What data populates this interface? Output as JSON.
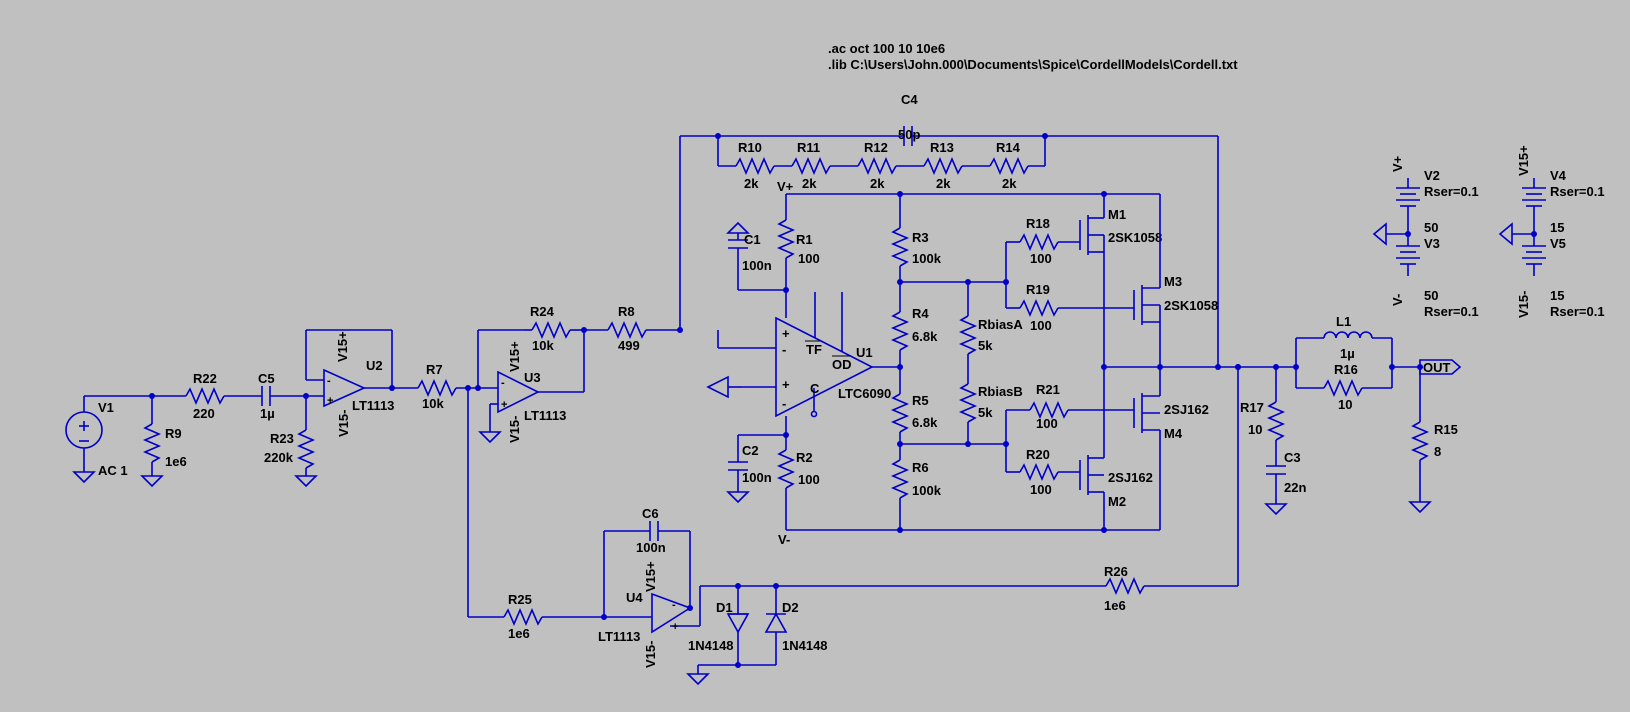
{
  "directives": [
    ".ac oct 100 10 10e6",
    ".lib C:\\Users\\John.000\\Documents\\Spice\\CordellModels\\Cordell.txt"
  ],
  "parts": {
    "V1": {
      "name": "V1",
      "value": "AC 1"
    },
    "R9": {
      "name": "R9",
      "value": "1e6"
    },
    "R22": {
      "name": "R22",
      "value": "220"
    },
    "C5": {
      "name": "C5",
      "value": "1µ"
    },
    "R23": {
      "name": "R23",
      "value": "220k"
    },
    "U2": {
      "name": "U2",
      "model": "LT1113"
    },
    "R7": {
      "name": "R7",
      "value": "10k"
    },
    "U3": {
      "name": "U3",
      "model": "LT1113"
    },
    "R24": {
      "name": "R24",
      "value": "10k"
    },
    "R8": {
      "name": "R8",
      "value": "499"
    },
    "C4": {
      "name": "C4",
      "value": "50p"
    },
    "R10": {
      "name": "R10",
      "value": "2k"
    },
    "R11": {
      "name": "R11",
      "value": "2k"
    },
    "R12": {
      "name": "R12",
      "value": "2k"
    },
    "R13": {
      "name": "R13",
      "value": "2k"
    },
    "R14": {
      "name": "R14",
      "value": "2k"
    },
    "R1": {
      "name": "R1",
      "value": "100"
    },
    "C1": {
      "name": "C1",
      "value": "100n"
    },
    "U1": {
      "name": "U1",
      "model": "LTC6090",
      "pins": {
        "tf": "TF",
        "od": "OD",
        "c": "C"
      }
    },
    "C2": {
      "name": "C2",
      "value": "100n"
    },
    "R2": {
      "name": "R2",
      "value": "100"
    },
    "R3": {
      "name": "R3",
      "value": "100k"
    },
    "R4": {
      "name": "R4",
      "value": "6.8k"
    },
    "R5": {
      "name": "R5",
      "value": "6.8k"
    },
    "R6": {
      "name": "R6",
      "value": "100k"
    },
    "RbiasA": {
      "name": "RbiasA",
      "value": "5k"
    },
    "RbiasB": {
      "name": "RbiasB",
      "value": "5k"
    },
    "R18": {
      "name": "R18",
      "value": "100"
    },
    "R19": {
      "name": "R19",
      "value": "100"
    },
    "R21": {
      "name": "R21",
      "value": "100"
    },
    "R20": {
      "name": "R20",
      "value": "100"
    },
    "M1": {
      "name": "M1",
      "model": "2SK1058"
    },
    "M3": {
      "name": "M3",
      "model": "2SK1058"
    },
    "M4": {
      "name": "M4",
      "model": "2SJ162"
    },
    "M2": {
      "name": "M2",
      "model": "2SJ162"
    },
    "R17": {
      "name": "R17",
      "value": "10"
    },
    "C3": {
      "name": "C3",
      "value": "22n"
    },
    "L1": {
      "name": "L1",
      "value": "1µ"
    },
    "R16": {
      "name": "R16",
      "value": "10"
    },
    "R15": {
      "name": "R15",
      "value": "8"
    },
    "C6": {
      "name": "C6",
      "value": "100n"
    },
    "U4": {
      "name": "U4",
      "model": "LT1113"
    },
    "R25": {
      "name": "R25",
      "value": "1e6"
    },
    "R26": {
      "name": "R26",
      "value": "1e6"
    },
    "D1": {
      "name": "D1",
      "model": "1N4148"
    },
    "D2": {
      "name": "D2",
      "model": "1N4148"
    },
    "V2": {
      "name": "V2",
      "value": "50",
      "rser": "Rser=0.1"
    },
    "V3": {
      "name": "V3",
      "value": "50",
      "rser": "Rser=0.1"
    },
    "V4": {
      "name": "V4",
      "value": "15",
      "rser": "Rser=0.1"
    },
    "V5": {
      "name": "V5",
      "value": "15",
      "rser": "Rser=0.1"
    }
  },
  "nets": {
    "vplus": "V+",
    "vminus": "V-",
    "v15plus": "V15+",
    "v15minus": "V15-",
    "out": "OUT"
  }
}
